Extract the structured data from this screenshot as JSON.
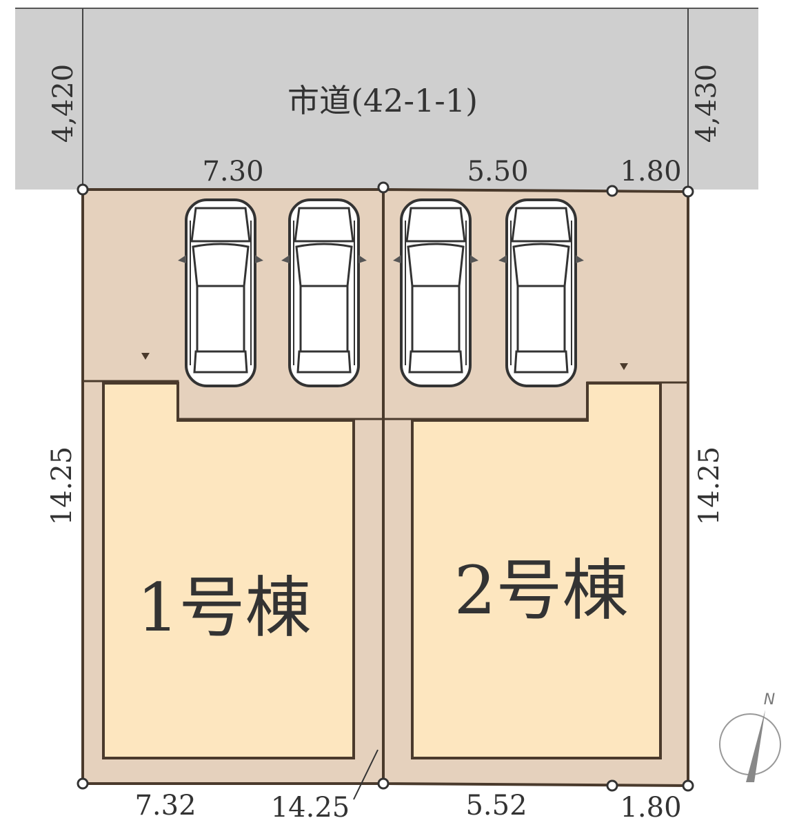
{
  "road": {
    "label": "市道(42-1-1)",
    "width_left": "4,420",
    "width_right": "4,430"
  },
  "frontage": {
    "left": "7.30",
    "middle": "5.50",
    "right": "1.80"
  },
  "rear": {
    "left": "7.32",
    "diagonal": "14.25",
    "middle": "5.52",
    "right": "1.80"
  },
  "depth": {
    "left": "14.25",
    "right": "14.25"
  },
  "buildings": [
    {
      "label": "1号棟"
    },
    {
      "label": "2号棟"
    }
  ],
  "compass": {
    "label": "N"
  },
  "colors": {
    "road": "#cfcfcf",
    "lot": "#e5d1bd",
    "house": "#fde6bf",
    "line": "#4a3a2c"
  }
}
